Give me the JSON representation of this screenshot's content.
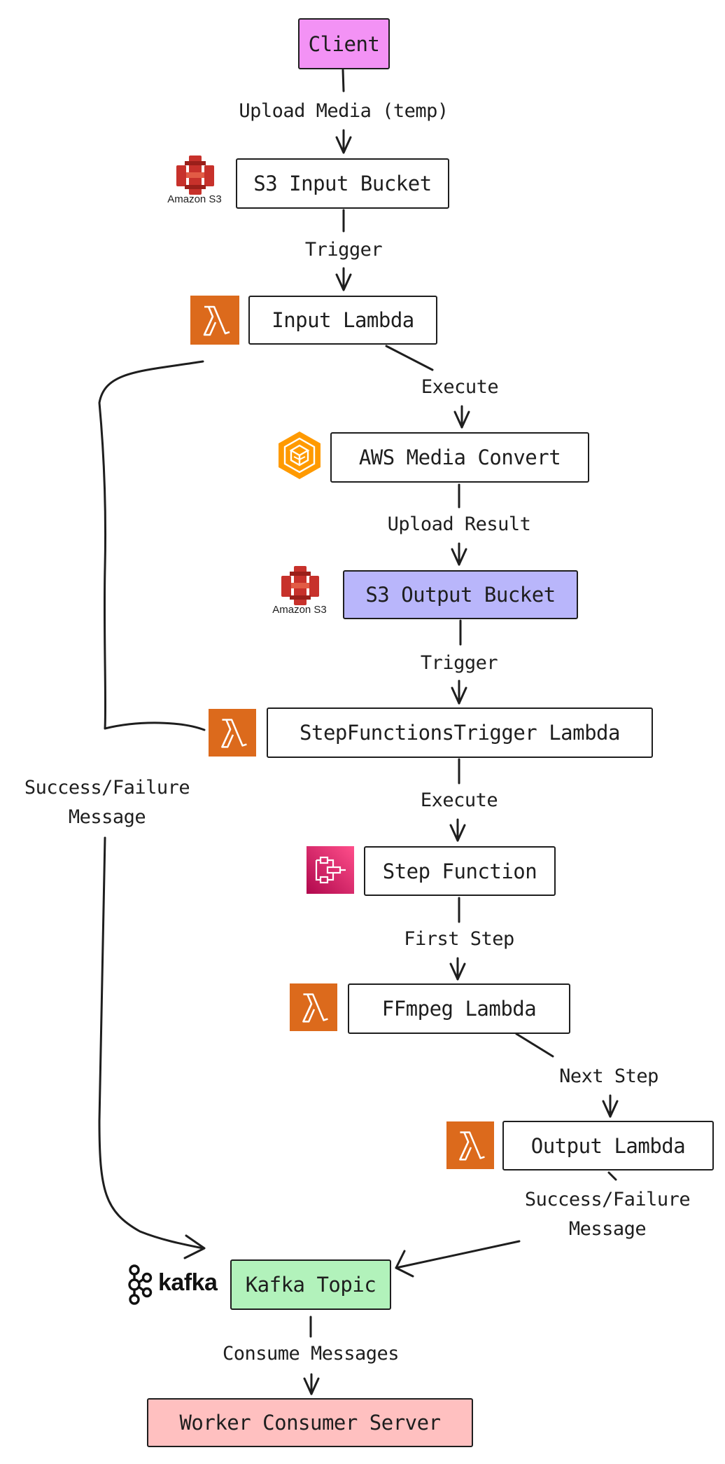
{
  "colors": {
    "client_fill": "#f392f5",
    "s3_output_fill": "#b9b6fb",
    "kafka_fill": "#b2f2bb",
    "worker_fill": "#ffc0c0",
    "lambda_orange": "#dc6a1c",
    "mediaconvert_orange": "#ff9a00",
    "stepfunctions_pink": "#d6266b"
  },
  "nodes": {
    "client": "Client",
    "s3_input_bucket": "S3 Input Bucket",
    "input_lambda": "Input Lambda",
    "aws_media_convert": "AWS Media Convert",
    "s3_output_bucket": "S3 Output Bucket",
    "stepfunctions_trigger_lambda": "StepFunctionsTrigger Lambda",
    "step_function": "Step Function",
    "ffmpeg_lambda": "FFmpeg Lambda",
    "output_lambda": "Output Lambda",
    "kafka_topic": "Kafka Topic",
    "worker_consumer_server": "Worker Consumer Server"
  },
  "edges": {
    "upload_media": "Upload Media (temp)",
    "trigger_1": "Trigger",
    "execute_1": "Execute",
    "upload_result": "Upload Result",
    "trigger_2": "Trigger",
    "execute_2": "Execute",
    "first_step": "First Step",
    "next_step": "Next Step",
    "success_failure_left_1": "Success/Failure",
    "success_failure_left_2": "Message",
    "success_failure_right_1": "Success/Failure",
    "success_failure_right_2": "Message",
    "consume_messages": "Consume Messages"
  },
  "icons": {
    "s3_input": {
      "name": "amazon-s3-icon",
      "caption": "Amazon S3"
    },
    "s3_output": {
      "name": "amazon-s3-icon",
      "caption": "Amazon S3"
    },
    "input_lambda": "aws-lambda-icon",
    "stepfunctions_trigger_lambda": "aws-lambda-icon",
    "ffmpeg_lambda": "aws-lambda-icon",
    "output_lambda": "aws-lambda-icon",
    "media_convert": "aws-mediaconvert-icon",
    "step_functions": "aws-step-functions-icon",
    "kafka": {
      "name": "kafka-logo-icon",
      "wordmark": "kafka"
    }
  }
}
